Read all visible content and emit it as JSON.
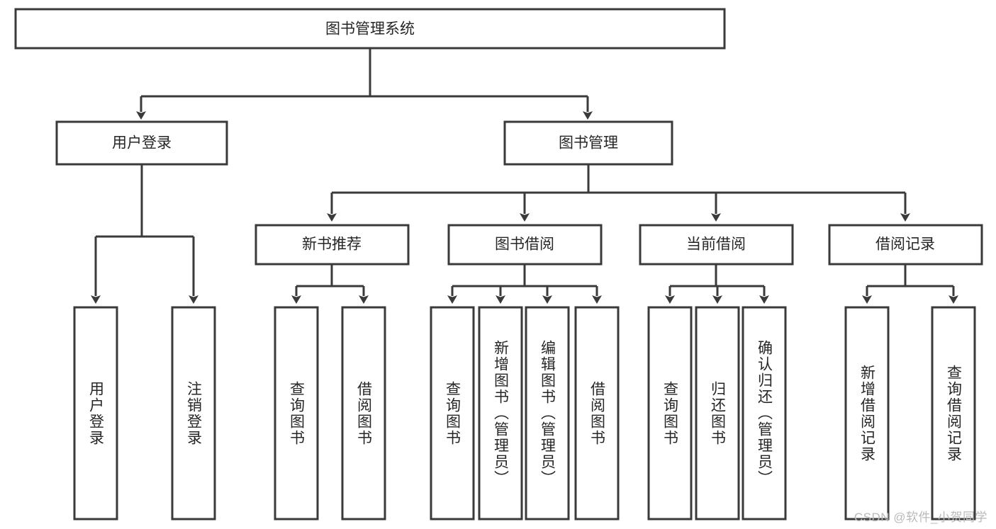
{
  "diagram": {
    "type": "hierarchy-tree",
    "title": "图书管理系统",
    "root": {
      "label": "图书管理系统",
      "level": 1
    },
    "level2": [
      {
        "label": "用户登录"
      },
      {
        "label": "图书管理"
      }
    ],
    "level3": [
      {
        "label": "新书推荐",
        "parent": "图书管理"
      },
      {
        "label": "图书借阅",
        "parent": "图书管理"
      },
      {
        "label": "当前借阅",
        "parent": "图书管理"
      },
      {
        "label": "借阅记录",
        "parent": "图书管理"
      }
    ],
    "leaves": {
      "用户登录": [
        {
          "label": "用户登录"
        },
        {
          "label": "注销登录"
        }
      ],
      "新书推荐": [
        {
          "label": "查询图书"
        },
        {
          "label": "借阅图书"
        }
      ],
      "图书借阅": [
        {
          "label": "查询图书"
        },
        {
          "label": "新增图书（管理员）"
        },
        {
          "label": "编辑图书（管理员）"
        },
        {
          "label": "借阅图书"
        }
      ],
      "当前借阅": [
        {
          "label": "查询图书"
        },
        {
          "label": "归还图书"
        },
        {
          "label": "确认归还（管理员）"
        }
      ],
      "借阅记录": [
        {
          "label": "新增借阅记录"
        },
        {
          "label": "查询借阅记录"
        }
      ]
    },
    "colors": {
      "stroke": "#3a3a3a",
      "fill": "#ffffff",
      "text": "#262626",
      "watermark": "#b9b9b9"
    }
  },
  "watermark": {
    "text": "CSDN @软件_小贺同学"
  }
}
